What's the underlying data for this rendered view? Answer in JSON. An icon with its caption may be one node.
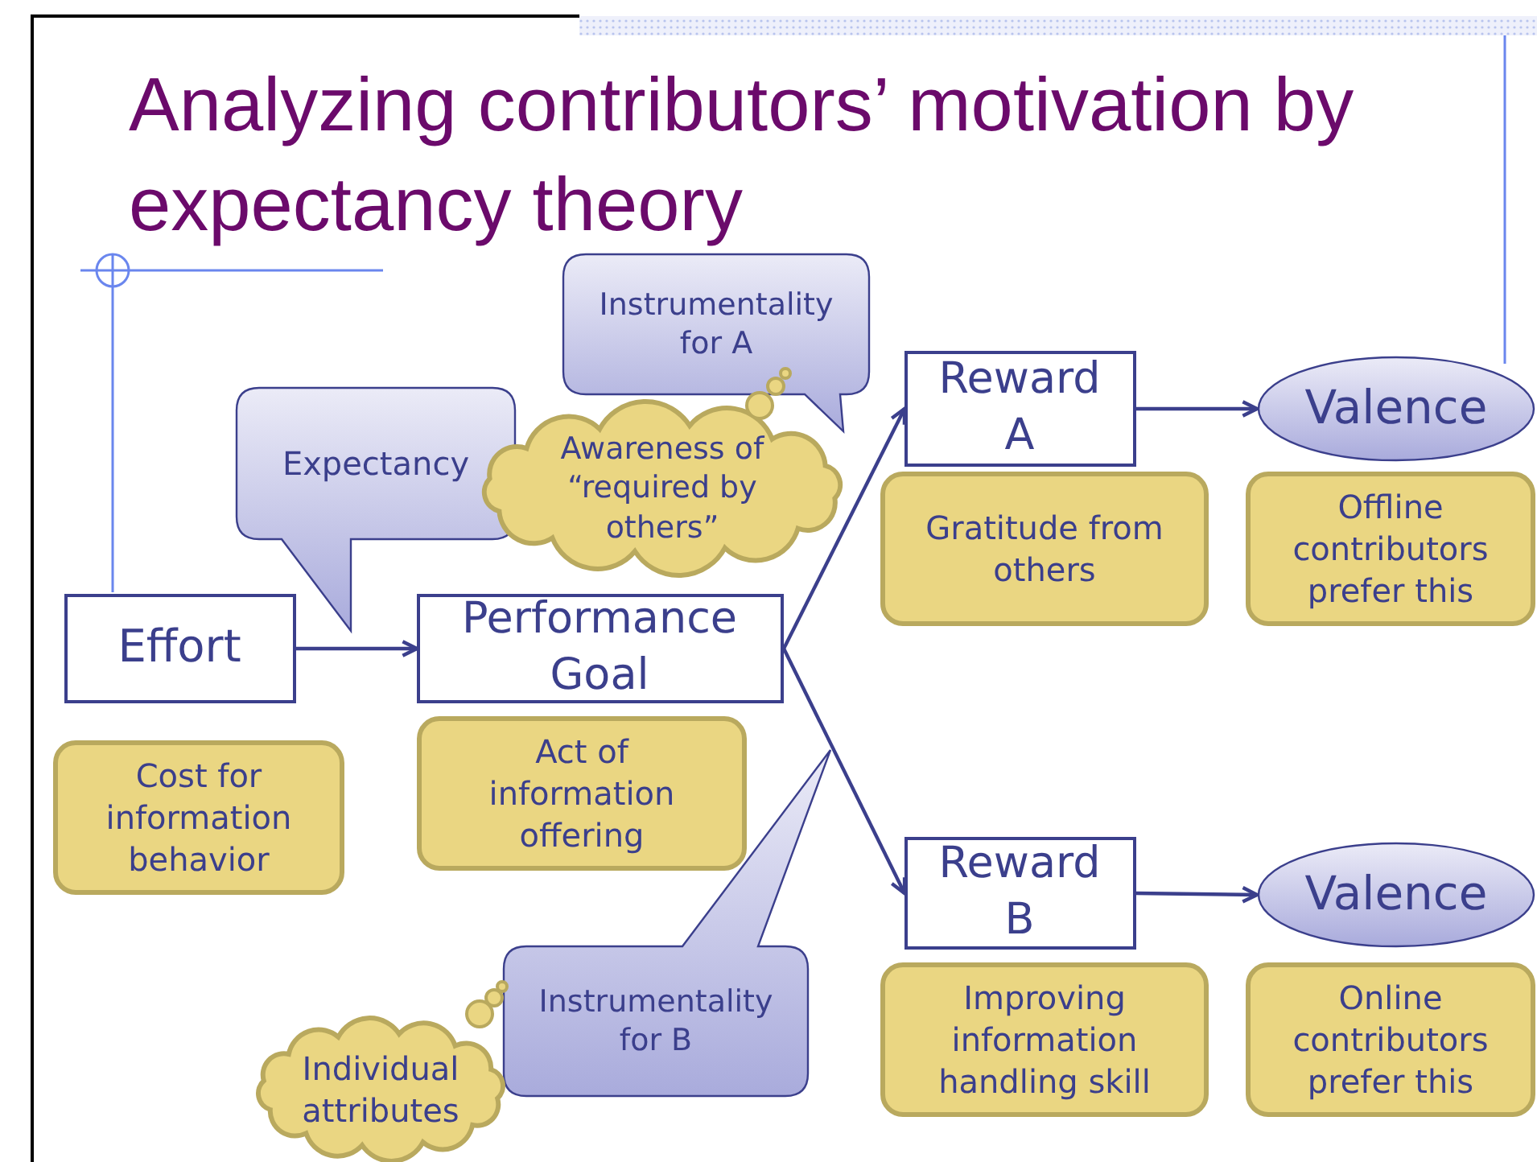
{
  "diagram": {
    "title": "Analyzing contributors’ motivation by expectancy theory",
    "nodes": [
      {
        "text": [
          "Effort"
        ]
      },
      {
        "text": [
          "Performance Goal"
        ]
      },
      {
        "text": [
          "Reward A"
        ]
      },
      {
        "text": [
          "Valence"
        ]
      },
      {
        "text": [
          "Reward B"
        ]
      },
      {
        "text": [
          "Valence"
        ]
      },
      {
        "text": [
          "Cost for information behavior"
        ]
      },
      {
        "text": [
          "Act of information offering"
        ]
      },
      {
        "text": [
          "Gratitude from others"
        ]
      },
      {
        "text": [
          "Offline contributors prefer this"
        ]
      },
      {
        "text": [
          "Improving information handling skill"
        ]
      },
      {
        "text": [
          "Online contributors prefer this"
        ]
      },
      {
        "text": [
          "Expectancy"
        ]
      },
      {
        "text": [
          "Instrumentality for A"
        ]
      },
      {
        "text": [
          "Awareness of “required by others”"
        ]
      },
      {
        "text": [
          "Instrumentality for B"
        ]
      },
      {
        "text": [
          "Individual attributes"
        ]
      }
    ],
    "edges": [
      {
        "from": 0,
        "to": 1,
        "arrow": "to"
      },
      {
        "from": 1,
        "to": 2,
        "arrow": "to"
      },
      {
        "from": 2,
        "to": 3,
        "arrow": "to"
      },
      {
        "from": 1,
        "to": 4,
        "arrow": "to"
      },
      {
        "from": 4,
        "to": 5,
        "arrow": "to"
      }
    ]
  }
}
